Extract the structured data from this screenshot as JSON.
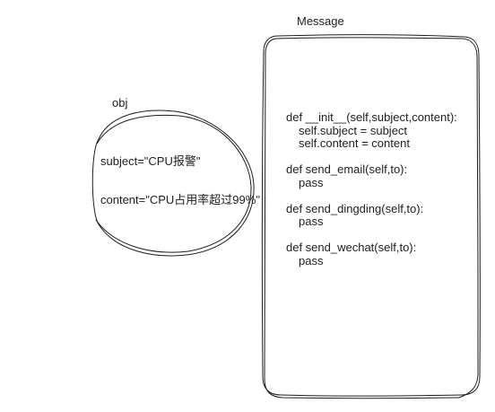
{
  "object": {
    "label": "obj",
    "subject_attr": "subject=\"CPU报警\"",
    "content_attr": "content=\"CPU占用率超过99%\""
  },
  "message_class": {
    "title": "Message",
    "code_lines": [
      {
        "text": "def __init__(self,subject,content):",
        "indent": 0
      },
      {
        "text": "self.subject = subject",
        "indent": 1
      },
      {
        "text": "self.content = content",
        "indent": 1
      },
      {
        "text": "",
        "indent": 0
      },
      {
        "text": "def send_email(self,to):",
        "indent": 0
      },
      {
        "text": "pass",
        "indent": 1
      },
      {
        "text": "",
        "indent": 0
      },
      {
        "text": "def send_dingding(self,to):",
        "indent": 0
      },
      {
        "text": "pass",
        "indent": 1
      },
      {
        "text": "",
        "indent": 0
      },
      {
        "text": "def send_wechat(self,to):",
        "indent": 0
      },
      {
        "text": "pass",
        "indent": 1
      }
    ]
  },
  "colors": {
    "stroke": "#1e1e1e",
    "background": "#ffffff"
  }
}
